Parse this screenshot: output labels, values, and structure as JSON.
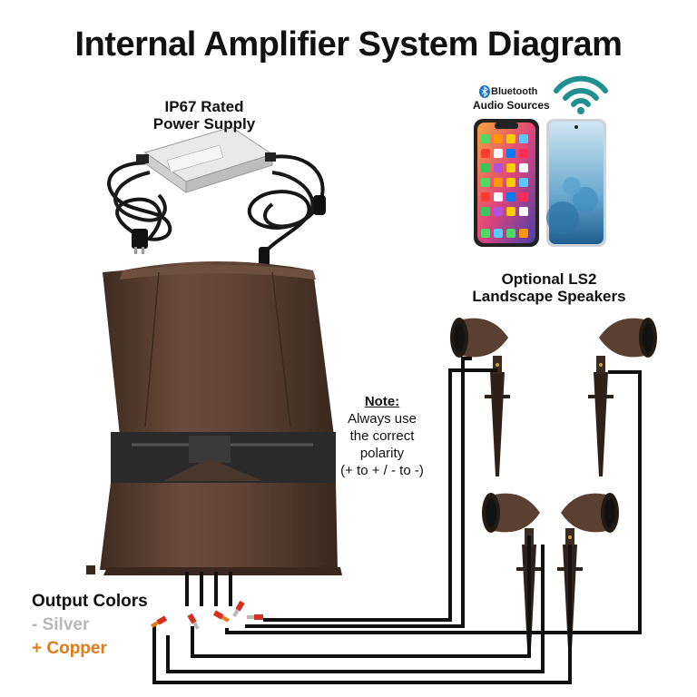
{
  "title": "Internal Amplifier System Diagram",
  "power_supply": {
    "label_line1": "IP67 Rated",
    "label_line2": "Power Supply"
  },
  "audio_sources": {
    "brand": "Bluetooth",
    "label": "Audio Sources"
  },
  "landscape": {
    "line1": "Optional LS2",
    "line2": "Landscape Speakers"
  },
  "note": {
    "heading": "Note:",
    "line1": "Always use",
    "line2": "the correct",
    "line3": "polarity",
    "line4": "(+ to + / - to -)"
  },
  "output": {
    "heading": "Output Colors",
    "silver": "- Silver",
    "copper": "+ Copper"
  },
  "colors": {
    "speaker_brown": "#5a4033",
    "speaker_dark": "#3f2c22",
    "wire": "#111111",
    "silver": "#b8b8b8",
    "copper": "#e07b18",
    "bluetooth": "#1a73c9",
    "wifi": "#1f8f8f"
  }
}
